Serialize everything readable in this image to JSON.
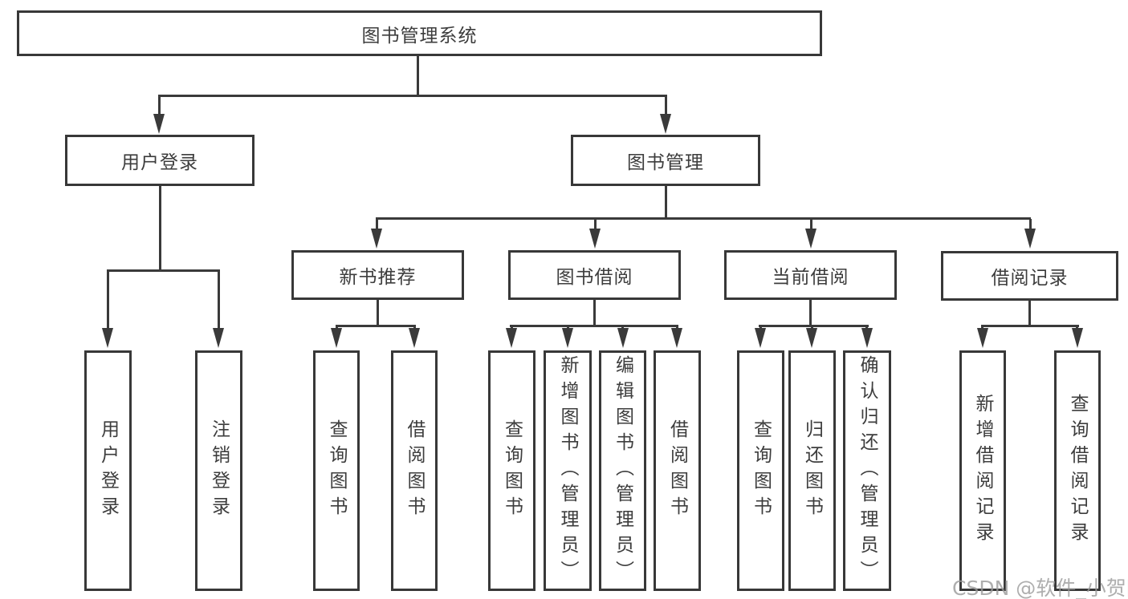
{
  "diagram": {
    "title": "图书管理系统",
    "level2": {
      "user_login": "用户登录",
      "book_management": "图书管理"
    },
    "level3": {
      "new_book_recommend": "新书推荐",
      "book_borrow": "图书借阅",
      "current_borrow": "当前借阅",
      "borrow_records": "借阅记录"
    },
    "leaves": {
      "user_login": [
        "用户登录",
        "注销登录"
      ],
      "new_book_recommend": [
        "查询图书",
        "借阅图书"
      ],
      "book_borrow": [
        "查询图书",
        "新增图书（管理员）",
        "编辑图书（管理员）",
        "借阅图书"
      ],
      "current_borrow": [
        "查询图书",
        "归还图书",
        "确认归还（管理员）"
      ],
      "borrow_records": [
        "新增借阅记录",
        "查询借阅记录"
      ]
    }
  },
  "watermark": "CSDN @软件_小贺同学",
  "colors": {
    "line": "#3a3a3a",
    "border": "#383838",
    "text": "#3d3d3d",
    "watermark": "#9a9a9a",
    "background": "#ffffff"
  }
}
